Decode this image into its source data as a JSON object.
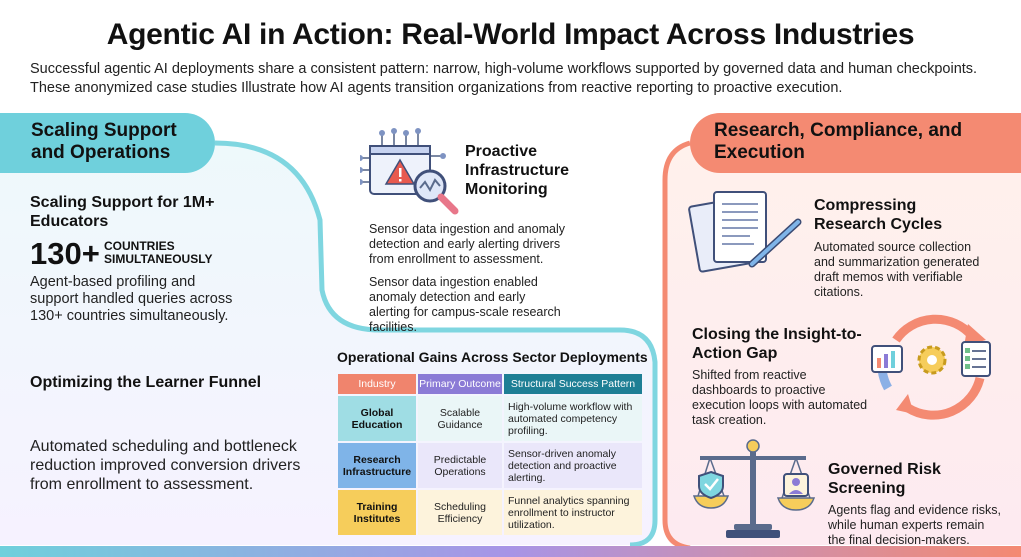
{
  "title": "Agentic AI in Action: Real-World Impact Across Industries",
  "intro": "Successful agentic AI deployments share a consistent pattern: narrow, high-volume workflows supported by governed data and human checkpoints. These anonymized case studies Illustrate how AI agents transition organizations from reactive reporting to proactive execution.",
  "left_section": {
    "pill_label": "Scaling Support and Operations",
    "support_heading": "Scaling Support for 1M+ Educators",
    "stat_value": "130+",
    "stat_caption": "COUNTRIES SIMULTANEOUSLY",
    "support_body": "Agent-based profiling and support handled queries across 130+ countries simultaneously.",
    "funnel_heading": "Optimizing the Learner Funnel",
    "funnel_body": "Automated scheduling and bottleneck reduction improved conversion drivers from enrollment to assessment."
  },
  "center_section": {
    "monitor_heading": "Proactive Infrastructure Monitoring",
    "monitor_body_1": "Sensor data ingestion and anomaly detection and early alerting drivers from enrollment to assessment.",
    "monitor_body_2": "Sensor data ingestion enabled anomaly detection and early alerting for campus-scale research facilities.",
    "table_title": "Operational Gains Across Sector Deployments",
    "table_headers": [
      "Industry",
      "Primary Outcome",
      "Structural Success Pattern"
    ],
    "table_rows": [
      [
        "Global Education",
        "Scalable Guidance",
        "High-volume workflow with automated competency profiling."
      ],
      [
        "Research Infrastructure",
        "Predictable Operations",
        "Sensor-driven anomaly detection and proactive alerting."
      ],
      [
        "Training Institutes",
        "Scheduling Efficiency",
        "Funnel analytics spanning enrollment to instructor utilization."
      ]
    ]
  },
  "right_section": {
    "pill_label": "Research, Compliance, and Execution",
    "research_heading": "Compressing Research Cycles",
    "research_body": "Automated source collection and summarization generated draft memos with verifiable citations.",
    "gap_heading": "Closing the Insight-to-Action Gap",
    "gap_body": "Shifted from reactive dashboards to proactive execution loops with automated task creation.",
    "risk_heading": "Governed Risk Screening",
    "risk_body": "Agents flag and evidence risks, while human experts remain the final decision-makers."
  },
  "colors": {
    "teal_accent": "#6fd0dc",
    "coral_accent": "#f48a72",
    "purple_accent": "#8b7bd6",
    "dark_teal": "#1e7f95",
    "gold_accent": "#f6cd5b",
    "alert_red": "#e85a4f"
  },
  "icons": [
    "warning-monitor-icon",
    "magnifier-icon",
    "documents-pen-icon",
    "cycle-dashboard-icon",
    "scales-icon"
  ]
}
